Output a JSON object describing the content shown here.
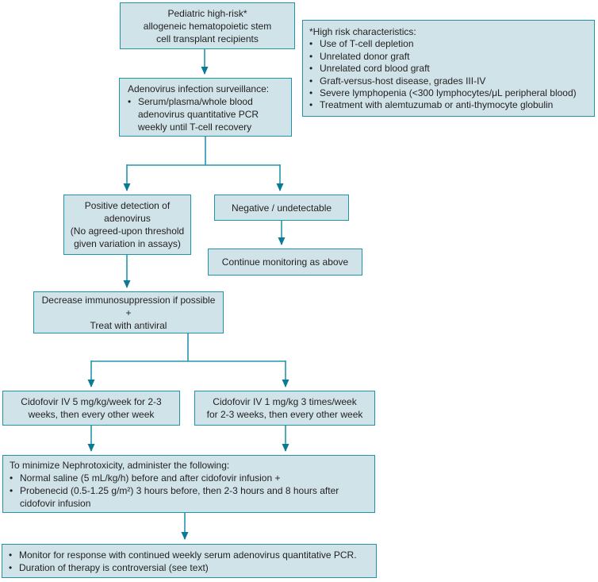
{
  "glyphs": {
    "bullet": "•"
  },
  "colors": {
    "box_fill": "#cfe3e9",
    "box_border": "#2193a7",
    "connector": "#2397ad",
    "arrowhead": "#0a7b94",
    "text": "#231f20",
    "background": "#ffffff"
  },
  "boxes": {
    "patients": {
      "lines": [
        "Pediatric high-risk*",
        "allogeneic hematopoietic stem",
        "cell transplant recipients"
      ]
    },
    "high_risk": {
      "title": "*High risk characteristics:",
      "bullets": [
        "Use of T-cell depletion",
        "Unrelated donor graft",
        "Unrelated cord blood graft",
        "Graft-versus-host disease, grades III-IV",
        "Severe lymphopenia (<300 lymphocytes/μL peripheral blood)",
        "Treatment with alemtuzumab or anti-thymocyte globulin"
      ]
    },
    "surveillance": {
      "title": "Adenovirus infection surveillance:",
      "bullets": [
        "Serum/plasma/whole blood adenovirus quantitative PCR weekly until T-cell recovery"
      ]
    },
    "positive": {
      "lines": [
        "Positive detection of",
        "adenovirus",
        "(No agreed-upon threshold",
        "given variation in assays)"
      ]
    },
    "negative": {
      "text": "Negative / undetectable"
    },
    "continue_monitoring": {
      "text": "Continue monitoring as above"
    },
    "decrease": {
      "lines": [
        "Decrease immunosuppression if possible",
        "+",
        "Treat with antiviral"
      ]
    },
    "cidofovir_weekly": {
      "lines": [
        "Cidofovir IV 5 mg/kg/week for 2-3",
        "weeks, then every other week"
      ]
    },
    "cidofovir_3x": {
      "lines": [
        "Cidofovir IV 1 mg/kg 3 times/week",
        "for 2-3 weeks, then every other week"
      ]
    },
    "nephrotoxicity": {
      "title": "To minimize Nephrotoxicity, administer the following:",
      "bullets": [
        "Normal saline (5 mL/kg/h) before and after cidofovir infusion +",
        "Probenecid (0.5-1.25 g/m²) 3 hours before, then 2-3 hours and 8 hours after cidofovir infusion"
      ]
    },
    "monitor": {
      "bullets": [
        "Monitor for response with continued weekly serum adenovirus quantitative PCR.",
        "Duration of therapy is controversial (see text)"
      ]
    }
  }
}
